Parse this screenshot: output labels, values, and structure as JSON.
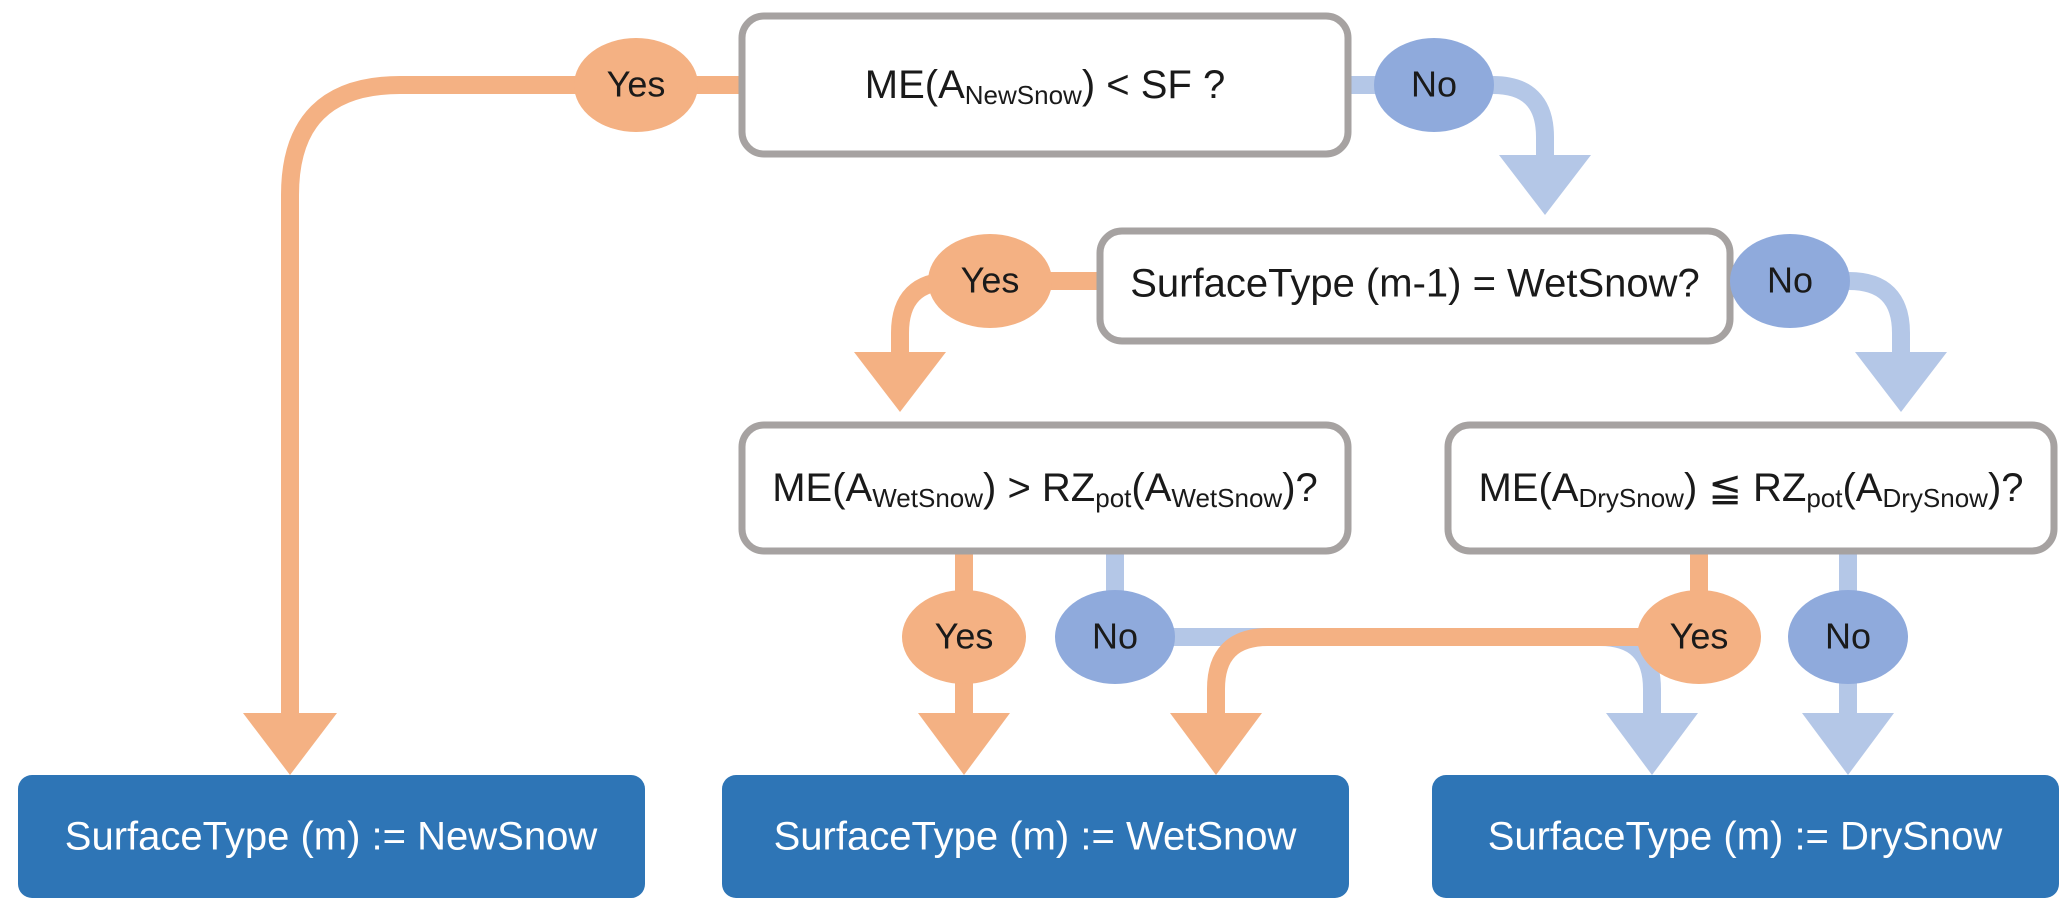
{
  "diagram": {
    "title": "Snow surface type decision flowchart",
    "colors": {
      "decision_box_fill": "#ffffff",
      "decision_box_border": "#a6a2a1",
      "terminal_box_fill": "#2e75b6",
      "terminal_text": "#ffffff",
      "yes_label_fill": "#f4b183",
      "no_label_fill": "#8faadc",
      "orange_connector": "#f4b183",
      "blue_connector": "#b4c7e7",
      "background": "#ffffff"
    }
  },
  "decisions": [
    {
      "id": "d1",
      "prefix": "ME(A",
      "sub1": "NewSnow",
      "middle": ") < SF ?",
      "sub2": "",
      "suffix": "",
      "full_text": "ME(A_NewSnow) < SF ?"
    },
    {
      "id": "d2",
      "full_text": "SurfaceType (m-1) = WetSnow?"
    },
    {
      "id": "d3",
      "prefix": "ME(A",
      "sub1": "WetSnow",
      "middle": ") > RZ",
      "sub2": "pot",
      "middle2": "(A",
      "sub3": "WetSnow",
      "suffix": ")?",
      "full_text": "ME(A_WetSnow) > RZ_pot(A_WetSnow)?"
    },
    {
      "id": "d4",
      "prefix": "ME(A",
      "sub1": "DrySnow",
      "middle": ") ≦ RZ",
      "sub2": "pot",
      "middle2": "(A",
      "sub3": "DrySnow",
      "suffix": ")?",
      "full_text": "ME(A_DrySnow) ≦ RZ_pot(A_DrySnow)?"
    }
  ],
  "terminals": [
    {
      "id": "t1",
      "text": "SurfaceType (m) := NewSnow"
    },
    {
      "id": "t2",
      "text": "SurfaceType (m) := WetSnow"
    },
    {
      "id": "t3",
      "text": "SurfaceType (m) := DrySnow"
    }
  ],
  "branch_labels": [
    {
      "id": "l1",
      "text": "Yes",
      "kind": "yes",
      "from": "d1"
    },
    {
      "id": "l2",
      "text": "No",
      "kind": "no",
      "from": "d1"
    },
    {
      "id": "l3",
      "text": "Yes",
      "kind": "yes",
      "from": "d2"
    },
    {
      "id": "l4",
      "text": "No",
      "kind": "no",
      "from": "d2"
    },
    {
      "id": "l5",
      "text": "Yes",
      "kind": "yes",
      "from": "d3"
    },
    {
      "id": "l6",
      "text": "No",
      "kind": "no",
      "from": "d3"
    },
    {
      "id": "l7",
      "text": "Yes",
      "kind": "yes",
      "from": "d4"
    },
    {
      "id": "l8",
      "text": "No",
      "kind": "no",
      "from": "d4"
    }
  ]
}
